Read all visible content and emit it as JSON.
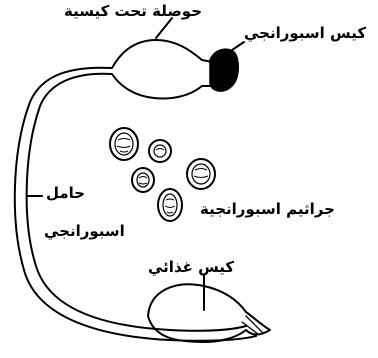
{
  "labels": {
    "subsporangial_vesicle": "حوصلة تحت كيسية",
    "sporangium": "كيس اسبورانجي",
    "sporangiophore_line1": "حامل",
    "sporangiophore_line2": "اسبورانجي",
    "sporangiospores": "جراثيم اسبورانجية",
    "food_sac": "كيس غذائي"
  },
  "colors": {
    "ink": "#000000",
    "background": "#ffffff"
  }
}
